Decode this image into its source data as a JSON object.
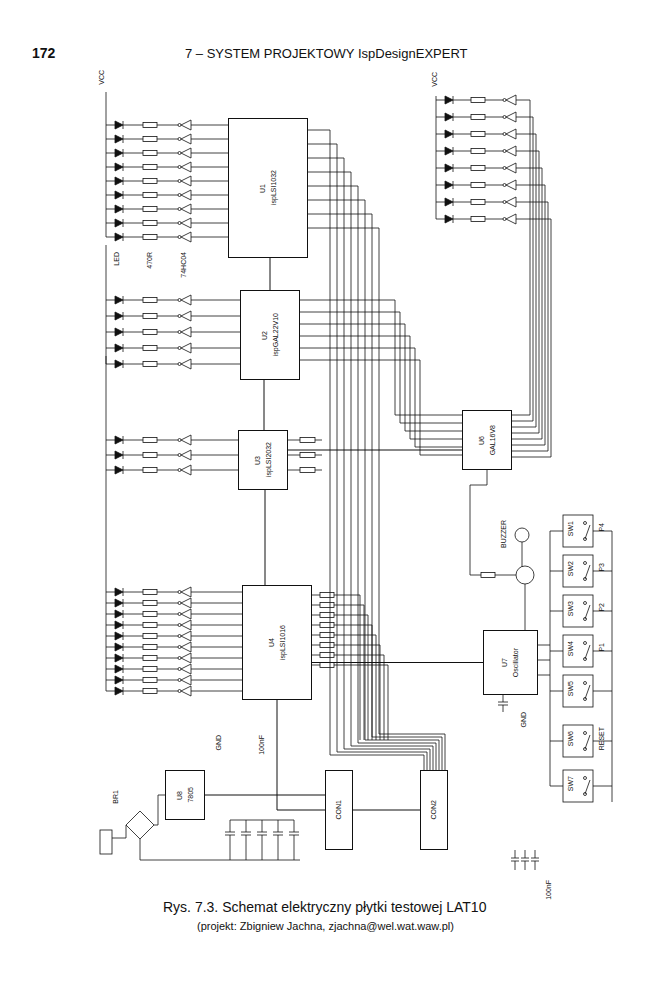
{
  "diagram": {
    "title": "7 – SYSTEM PROJEKTOWY IspDesignEXPERT",
    "caption": "Rys. 7.3. Schemat elektryczny płytki testowej LAT10",
    "nodes": [
      {
        "text": [
          "U1",
          "ispLSI1032"
        ]
      },
      {
        "text": [
          "U2",
          "ispGAL22V10"
        ]
      },
      {
        "text": [
          "U3",
          "ispLSI2032"
        ]
      },
      {
        "text": [
          "U4",
          "ispLSI1016"
        ]
      },
      {
        "text": [
          "U6",
          "GAL16V8"
        ]
      },
      {
        "text": [
          "U7",
          "Oscillator"
        ]
      },
      {
        "text": [
          "U8",
          "7805"
        ]
      },
      {
        "text": [
          "CON1"
        ]
      },
      {
        "text": [
          "CON2"
        ]
      }
    ],
    "edges": [
      {
        "from": 0,
        "to": 1,
        "arrow": "none"
      },
      {
        "from": 1,
        "to": 2,
        "arrow": "none"
      },
      {
        "from": 2,
        "to": 3,
        "arrow": "none"
      },
      {
        "from": 3,
        "to": 7,
        "arrow": "none"
      },
      {
        "from": 4,
        "to": 2,
        "arrow": "none"
      },
      {
        "from": 5,
        "to": 3,
        "arrow": "none"
      },
      {
        "from": 6,
        "to": 7,
        "arrow": "none"
      },
      {
        "from": 7,
        "to": 8,
        "arrow": "none"
      }
    ],
    "labels": [
      "172",
      "VCC",
      "VCC",
      "GND",
      "GND",
      "LED",
      "470R",
      "74HC04",
      "BUZZER",
      "RESET",
      "SW1",
      "SW2",
      "SW3",
      "SW4",
      "SW5",
      "SW6",
      "SW7",
      "P4",
      "P3",
      "P2",
      "P1",
      "100nF",
      "100nF",
      "BR1",
      "(projekt: Zbigniew Jachna, zjachna@wel.wat.waw.pl)"
    ]
  }
}
